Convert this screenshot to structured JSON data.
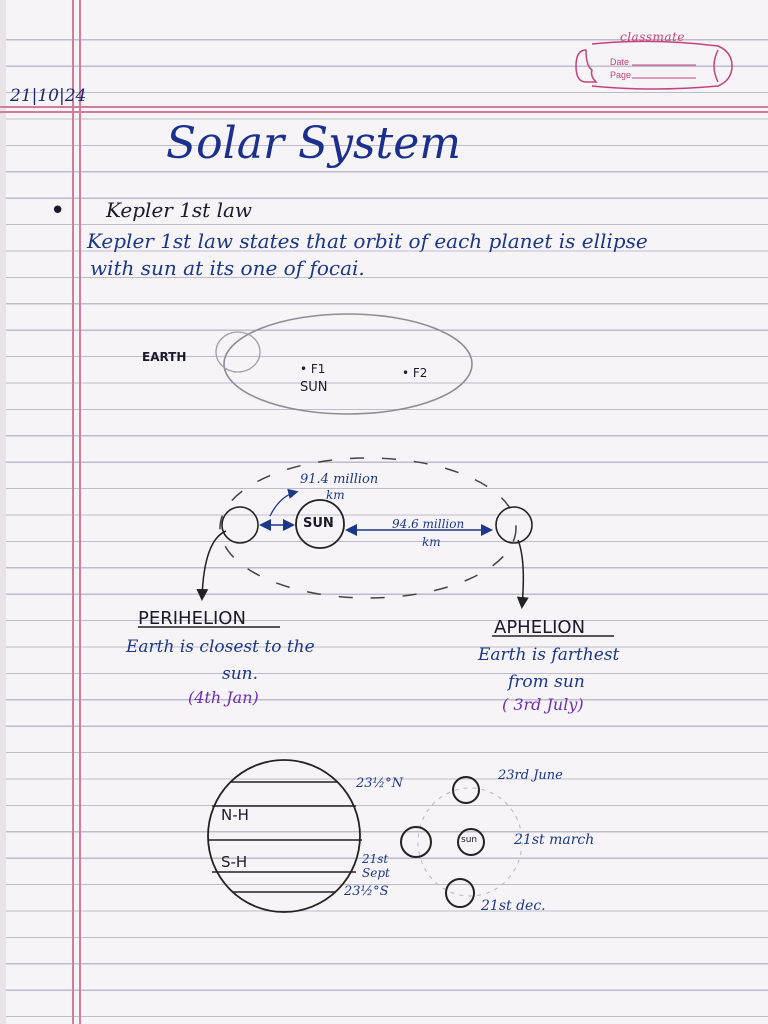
{
  "header": {
    "brand": "classmate",
    "date_label": "Date",
    "page_label": "Page",
    "entry_date": "21|10|24"
  },
  "title": "Solar System",
  "section": {
    "bullet": "•",
    "heading": "Kepler 1st law",
    "text_line1": "Kepler 1st law states that orbit of each planet is ellipse",
    "text_line2": "with sun at its one of focai."
  },
  "diagram1": {
    "earth_label": "EARTH",
    "f1_label": "• F1",
    "sun_label": "SUN",
    "f2_label": "• F2"
  },
  "diagram2": {
    "sun_label": "SUN",
    "near_distance_line1": "91.4 million",
    "near_distance_line2": "km",
    "far_distance_line1": "94.6 million",
    "far_distance_line2": "km",
    "perihelion": {
      "title": "PERIHELION",
      "desc_line1": "Earth is closest to the",
      "desc_line2": "sun.",
      "date": "(4th Jan)"
    },
    "aphelion": {
      "title": "APHELION",
      "desc_line1": "Earth is farthest",
      "desc_line2": "from sun",
      "date": "( 3rd July)"
    }
  },
  "diagram3": {
    "nh_label": "N-H",
    "sh_label": "S-H",
    "tropic_n": "23½°N",
    "tropic_s": "23½°S",
    "sept": "21st Sept",
    "june": "23rd June",
    "march": "21st march",
    "dec": "21st dec.",
    "sun_label": "sun"
  }
}
